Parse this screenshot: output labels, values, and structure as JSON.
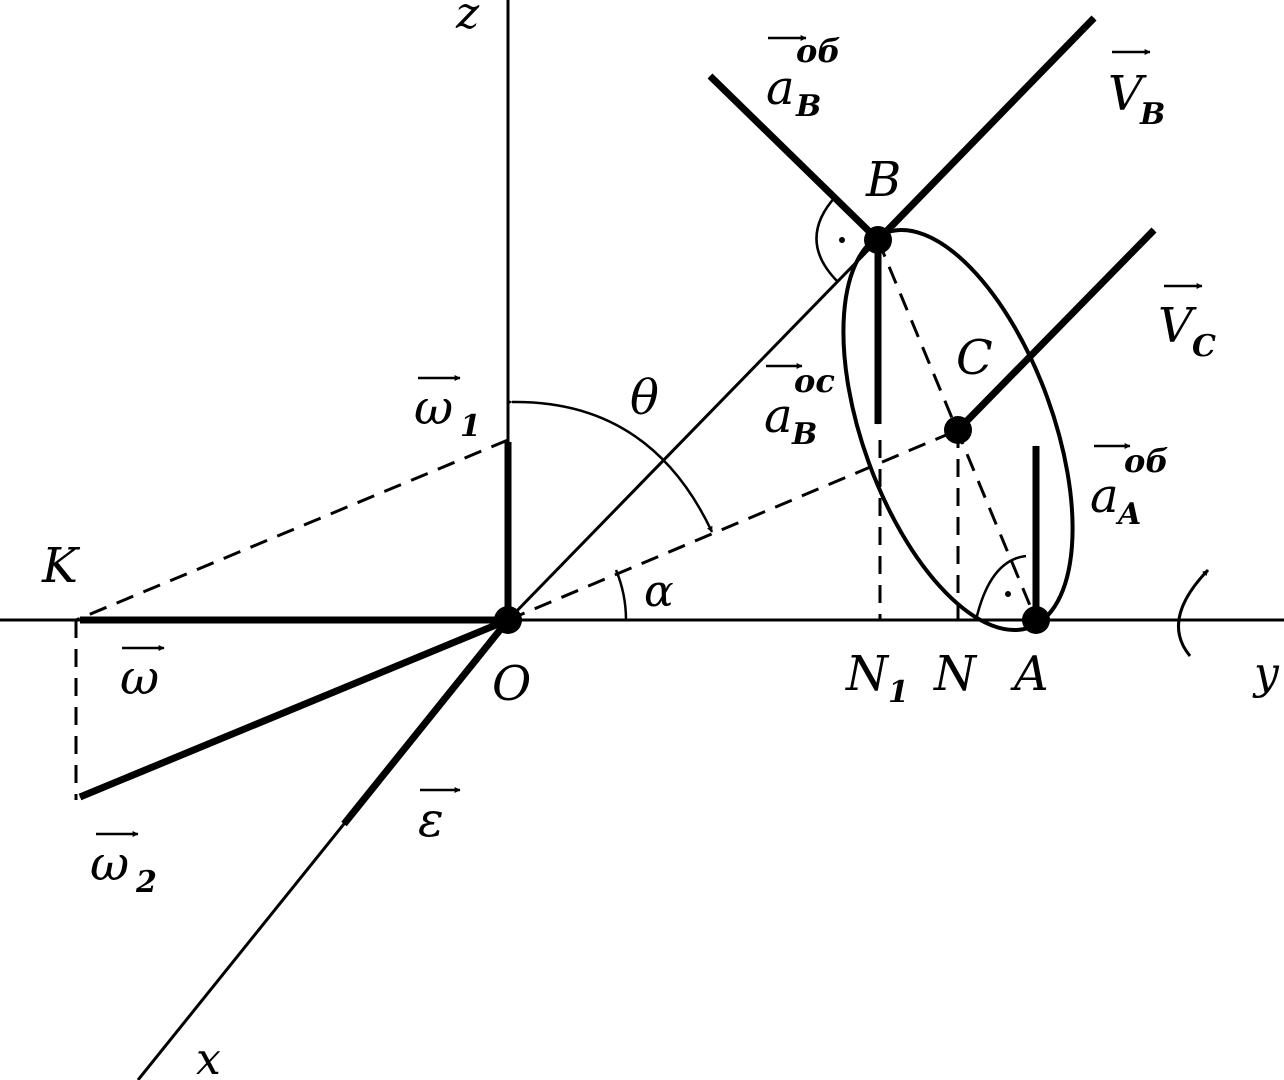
{
  "axes": {
    "z": "z",
    "y": "y",
    "x": "x"
  },
  "points": {
    "O": "O",
    "K": "K",
    "A": "A",
    "B": "B",
    "C": "C",
    "N": "N",
    "N1": "N",
    "N1_sub": "1"
  },
  "angles": {
    "theta": "θ",
    "alpha": "α"
  },
  "vectors": {
    "omega": {
      "main": "ω"
    },
    "omega1": {
      "main": "ω",
      "sub": "1"
    },
    "omega2": {
      "main": "ω",
      "sub": "2"
    },
    "epsilon": {
      "main": "ε"
    },
    "VB": {
      "main": "V",
      "sub": "B"
    },
    "VC": {
      "main": "V",
      "sub": "C"
    },
    "aB_ob": {
      "main": "a",
      "sub": "B",
      "sup": "об"
    },
    "aB_oc": {
      "main": "a",
      "sub": "B",
      "sup": "oc"
    },
    "aA_ob": {
      "main": "a",
      "sub": "A",
      "sup": "об"
    }
  },
  "colors": {
    "ink": "#000000",
    "background": "#ffffff"
  }
}
